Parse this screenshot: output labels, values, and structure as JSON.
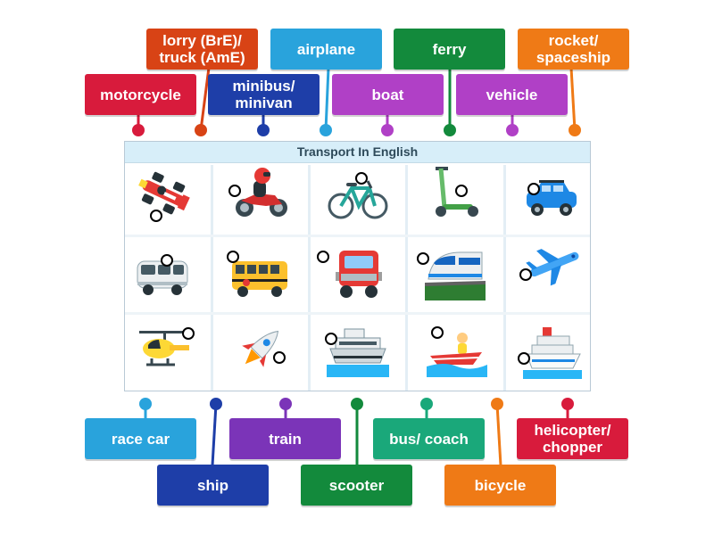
{
  "board": {
    "title": "Transport In English"
  },
  "labels": [
    {
      "id": "motorcycle",
      "text": "motorcycle",
      "color": "#d81b3c"
    },
    {
      "id": "lorry",
      "text": "lorry (BrE)/ truck (AmE)",
      "color": "#d84315"
    },
    {
      "id": "minibus",
      "text": "minibus/ minivan",
      "color": "#1e3ea8"
    },
    {
      "id": "airplane",
      "text": "airplane",
      "color": "#29a3dc"
    },
    {
      "id": "boat",
      "text": "boat",
      "color": "#b040c6"
    },
    {
      "id": "ferry",
      "text": "ferry",
      "color": "#138a3c"
    },
    {
      "id": "vehicle",
      "text": "vehicle",
      "color": "#b040c6"
    },
    {
      "id": "rocket",
      "text": "rocket/ spaceship",
      "color": "#ef7a16"
    },
    {
      "id": "racecar",
      "text": "race car",
      "color": "#29a3dc"
    },
    {
      "id": "ship",
      "text": "ship",
      "color": "#1e3ea8"
    },
    {
      "id": "train",
      "text": "train",
      "color": "#7b34b8"
    },
    {
      "id": "scooter",
      "text": "scooter",
      "color": "#138a3c"
    },
    {
      "id": "bus",
      "text": "bus/ coach",
      "color": "#1aa87a"
    },
    {
      "id": "bicycle",
      "text": "bicycle",
      "color": "#ef7a16"
    },
    {
      "id": "helicopter",
      "text": "helicopter/ chopper",
      "color": "#d81b3c"
    }
  ],
  "pictures": [
    {
      "row": 1,
      "col": 1,
      "icon": "race-car-icon"
    },
    {
      "row": 1,
      "col": 2,
      "icon": "motorcycle-icon"
    },
    {
      "row": 1,
      "col": 3,
      "icon": "bicycle-icon"
    },
    {
      "row": 1,
      "col": 4,
      "icon": "kick-scooter-icon"
    },
    {
      "row": 1,
      "col": 5,
      "icon": "suv-car-icon"
    },
    {
      "row": 2,
      "col": 1,
      "icon": "minivan-icon"
    },
    {
      "row": 2,
      "col": 2,
      "icon": "school-bus-icon"
    },
    {
      "row": 2,
      "col": 3,
      "icon": "lorry-icon"
    },
    {
      "row": 2,
      "col": 4,
      "icon": "high-speed-train-icon"
    },
    {
      "row": 2,
      "col": 5,
      "icon": "airplane-icon"
    },
    {
      "row": 3,
      "col": 1,
      "icon": "helicopter-icon"
    },
    {
      "row": 3,
      "col": 2,
      "icon": "rocket-icon"
    },
    {
      "row": 3,
      "col": 3,
      "icon": "ferry-icon"
    },
    {
      "row": 3,
      "col": 4,
      "icon": "speedboat-icon"
    },
    {
      "row": 3,
      "col": 5,
      "icon": "cruise-ship-icon"
    }
  ]
}
